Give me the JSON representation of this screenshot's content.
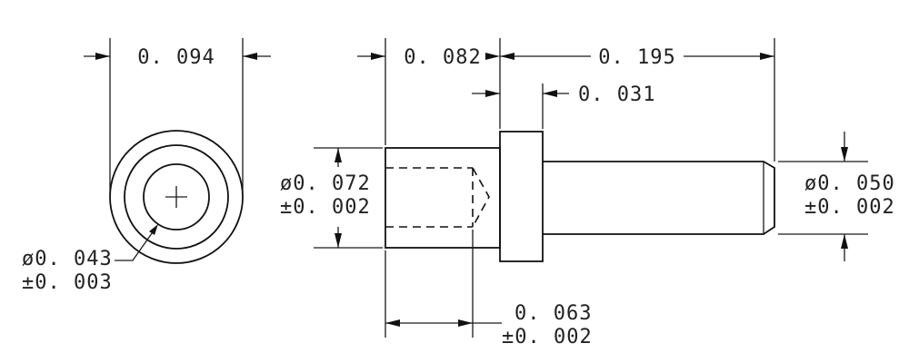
{
  "dimensions": {
    "head_width": "0. 094",
    "shank_length": "0. 082",
    "pin_length": "0. 195",
    "collar_thickness": "0. 031",
    "shank_diameter": "ø0. 072",
    "shank_diameter_tol": "±0. 002",
    "pin_diameter": "ø0. 050",
    "pin_diameter_tol": "±0. 002",
    "bore_diameter": "ø0. 043",
    "bore_diameter_tol": "±0. 003",
    "bore_depth": "0. 063",
    "bore_depth_tol": "±0. 002"
  },
  "colors": {
    "line": "#111111",
    "text": "#222222",
    "background": "#ffffff"
  }
}
